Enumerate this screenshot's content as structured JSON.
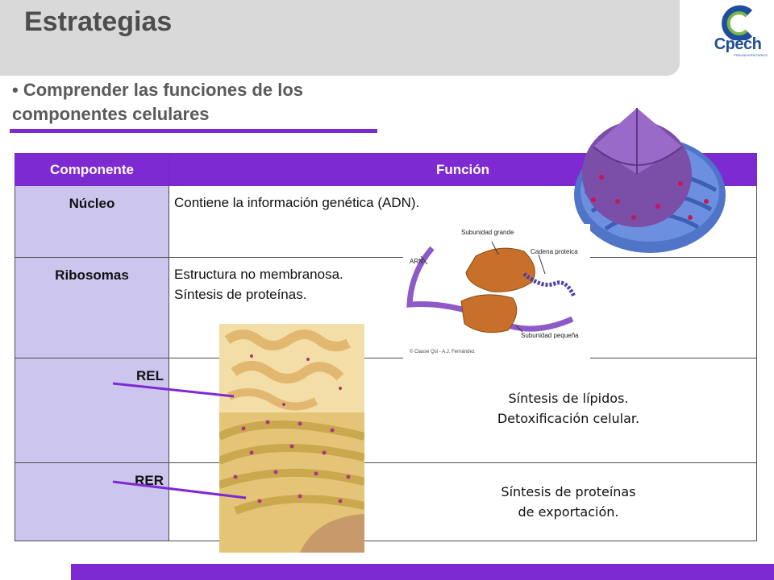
{
  "header": {
    "title": "Estrategias"
  },
  "logo": {
    "text": "Cpech",
    "subtext": "PREUNIVERSITARIOS"
  },
  "subtitle": "• Comprender las funciones de los componentes celulares",
  "table": {
    "headers": [
      "Componente",
      "Función"
    ],
    "rows": [
      {
        "name": "Núcleo",
        "function": "Contiene la información genética (ADN)."
      },
      {
        "name": "Ribosomas",
        "function_line1": "Estructura no membranosa.",
        "function_line2": "Síntesis de proteínas."
      },
      {
        "name": "REL",
        "function_line1": "Síntesis de lípidos.",
        "function_line2": "Detoxificación celular."
      },
      {
        "name": "RER",
        "function_line1": "Síntesis de proteínas",
        "function_line2": "de exportación."
      }
    ]
  },
  "ribosome_figure": {
    "label_large": "Subunidad grande",
    "label_chain": "Cadena proteica",
    "label_rna": "ARN",
    "label_small": "Subunidad pequeña",
    "credit": "© Classe Qsl - A.J. Fernández"
  },
  "colors": {
    "accent": "#7d2ad2",
    "row_label_bg": "#ccc6ee",
    "header_gray": "#d9d9d9",
    "logo_blue": "#1f4e9c"
  }
}
